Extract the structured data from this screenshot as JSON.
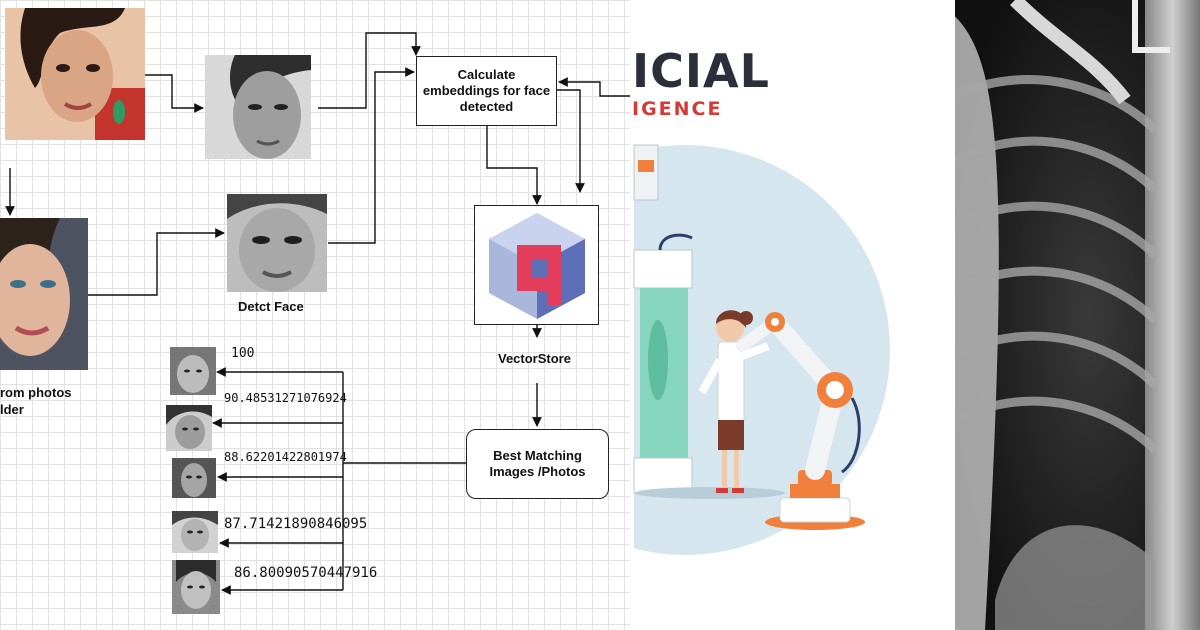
{
  "diagram": {
    "calc_box": [
      "Calculate",
      "embeddings for face",
      "detected"
    ],
    "detect_label": "Detct Face",
    "store_label": "VectorStore",
    "best_box": [
      "Best Matching",
      "Images /Photos"
    ],
    "source_label": [
      "rom photos",
      "lder"
    ],
    "scores": [
      "100",
      "90.48531271076924",
      "88.62201422801974",
      "87.71421890846095",
      "86.80090570447916"
    ]
  },
  "ai_banner": {
    "title_line1": "ICIAL",
    "title_line2": "IGENCE",
    "colors": {
      "title": "#2b2f3a",
      "subtitle": "#d33c36",
      "circle": "#d6e6ee",
      "orange": "#f0803c"
    }
  },
  "icons": [
    "vector-store-logo-icon",
    "robot-arm-icon",
    "scientist-icon",
    "specimen-tube-icon"
  ]
}
